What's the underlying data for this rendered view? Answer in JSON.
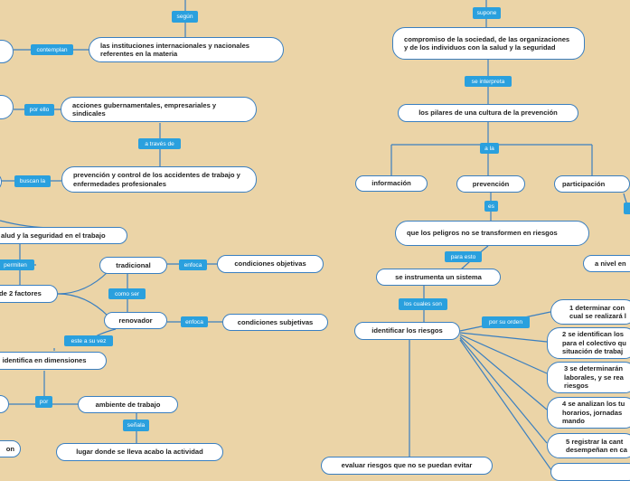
{
  "nodes": {
    "instituciones": "las instituciones internacionales y nacionales referentes en la materia",
    "acciones": "acciones gubernamentales, empresariales y sindicales",
    "prevencion_control": "prevención y control de los accidentes de trabajo y enfermedades profesionales",
    "salud_seguridad": "alud y la seguridad en el trabajo",
    "dos_factores": "de 2 factores",
    "tradicional": "tradicional",
    "condiciones_objetivas": "condiciones objetivas",
    "renovador": "renovador",
    "condiciones_subjetivas": "condiciones subjetivas",
    "dimensiones": "identifica en dimensiones",
    "ambiente": "ambiente de trabajo",
    "lugar": "lugar donde se lleva acabo la actividad",
    "partial_on": "on",
    "compromiso": "compromiso de la sociedad, de las organizaciones y de los individuos con la salud y la seguridad",
    "pilares": "los pilares de una cultura de la prevención",
    "informacion": "información",
    "prevencion": "prevención",
    "participacion": "participación",
    "peligros": "que los peligros no se transformen en riesgos",
    "sistema": "se instrumenta un sistema",
    "identificar": "identificar los riesgos",
    "nivel": "a nivel en",
    "evaluar": "evaluar riesgos que no se puedan evitar",
    "step1": "1 determinar con cual se realizará l",
    "step2": "2 se identifican los para el colectivo qu situación de trabaj",
    "step3": "3 se determinarán laborales, y se rea riesgos",
    "step4": "4 se analizan los tu horarios, jornadas mando",
    "step5": "5 registrar la cant desempeñan en ca"
  },
  "labels": {
    "segun": "según",
    "contemplan": "contemplan",
    "por_ello": "por ello",
    "a_traves_de": "a través de",
    "buscan_la": "buscan la",
    "permiten": "permiten",
    "enfoca1": "enfoca",
    "como_ser": "como ser",
    "enfoca2": "enfoca",
    "este_a_su_vez": "este a su vez",
    "por": "por",
    "senala": "señala",
    "supone": "supone",
    "se_interpreta": "se interpreta",
    "a_la": "a la",
    "es": "es",
    "para_esto": "para esto",
    "los_cuales_son": "los cuales son",
    "por_su_orden": "por su orden"
  },
  "colors": {
    "background": "#ebd4a7",
    "node_border": "#3a7fc0",
    "label": "#2aa0de",
    "link": "#3a7fc0"
  }
}
